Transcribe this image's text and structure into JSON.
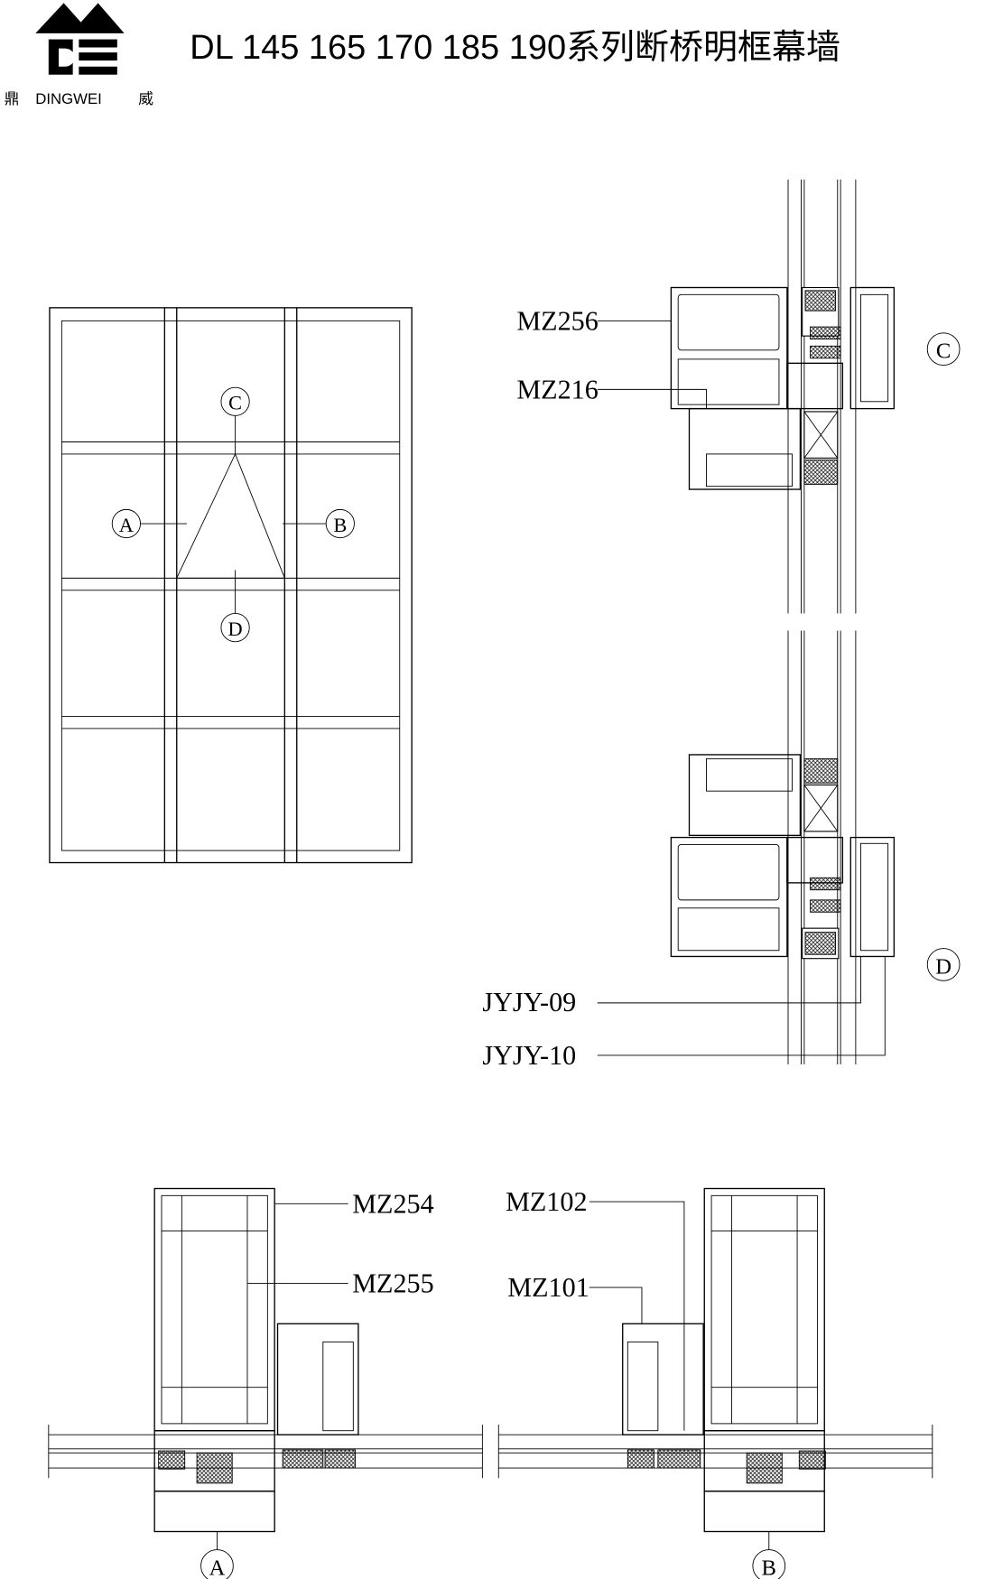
{
  "logo": {
    "brand_text": "DE",
    "cn_left": "鼎",
    "name": "DINGWEI",
    "cn_right": "威"
  },
  "title": "DL 145 165 170 185 190系列断桥明框幕墙",
  "elevation": {
    "markers": {
      "c": "C",
      "a": "A",
      "b": "B",
      "d": "D"
    }
  },
  "section_cd": {
    "labels": {
      "mz256": "MZ256",
      "mz216": "MZ216",
      "jyjy09": "JYJY-09",
      "jyjy10": "JYJY-10"
    },
    "markers": {
      "c": "C",
      "d": "D"
    }
  },
  "section_a": {
    "labels": {
      "mz254": "MZ254",
      "mz255": "MZ255"
    },
    "marker": "A"
  },
  "section_b": {
    "labels": {
      "mz102": "MZ102",
      "mz101": "MZ101"
    },
    "marker": "B"
  },
  "colors": {
    "line": "#000000",
    "background": "#ffffff"
  }
}
